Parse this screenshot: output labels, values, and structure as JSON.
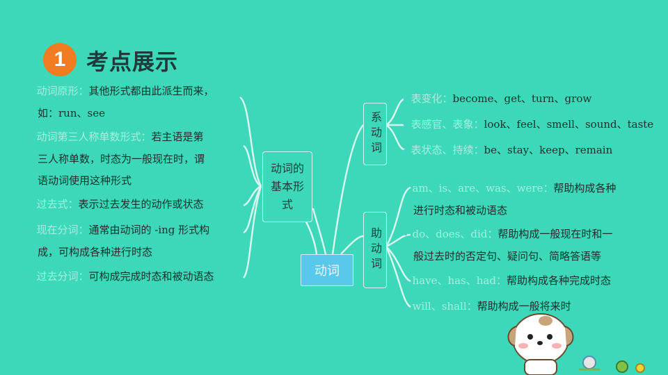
{
  "header": {
    "number": "1",
    "title": "考点展示"
  },
  "root": "动词",
  "left_branch": {
    "label": "动词的基本形式",
    "items": [
      {
        "lead": "动词原形：",
        "text": "其他形式都由此派生而来，",
        "cont": "如：run、see"
      },
      {
        "lead": "动词第三人称单数形式：",
        "text": "若主语是第",
        "cont": "三人称单数，时态为一般现在时，谓",
        "cont2": "语动词使用这种形式"
      },
      {
        "lead": "过去式：",
        "text": "表示过去发生的动作或状态"
      },
      {
        "lead": "现在分词：",
        "text": "通常由动词的 -ing 形式构",
        "cont": "成，可构成各种进行时态"
      },
      {
        "lead": "过去分词：",
        "text": "可构成完成时态和被动语态"
      }
    ]
  },
  "right_top": {
    "label": "系动词",
    "items": [
      {
        "lead": "表变化：",
        "text": "become、get、turn、grow"
      },
      {
        "lead": "表感官、表象：",
        "text": "look、feel、smell、sound、taste"
      },
      {
        "lead": "表状态、持续：",
        "text": "be、stay、keep、remain"
      }
    ]
  },
  "right_bottom": {
    "label": "助动词",
    "items": [
      {
        "lead": "am、is、are、was、were：",
        "text": "帮助构成各种",
        "cont": "进行时态和被动语态"
      },
      {
        "lead": "do、does、did：",
        "text": "帮助构成一般现在时和一",
        "cont": "般过去时的否定句、疑问句、简略答语等"
      },
      {
        "lead": "have、has、had：",
        "text": "帮助构成各种完成时态"
      },
      {
        "lead": "will、shall：",
        "text": "帮助构成一般将来时"
      }
    ]
  },
  "colors": {
    "background": "#3cd8b9",
    "accent": "#f27c22",
    "root": "#5ac8ea"
  }
}
